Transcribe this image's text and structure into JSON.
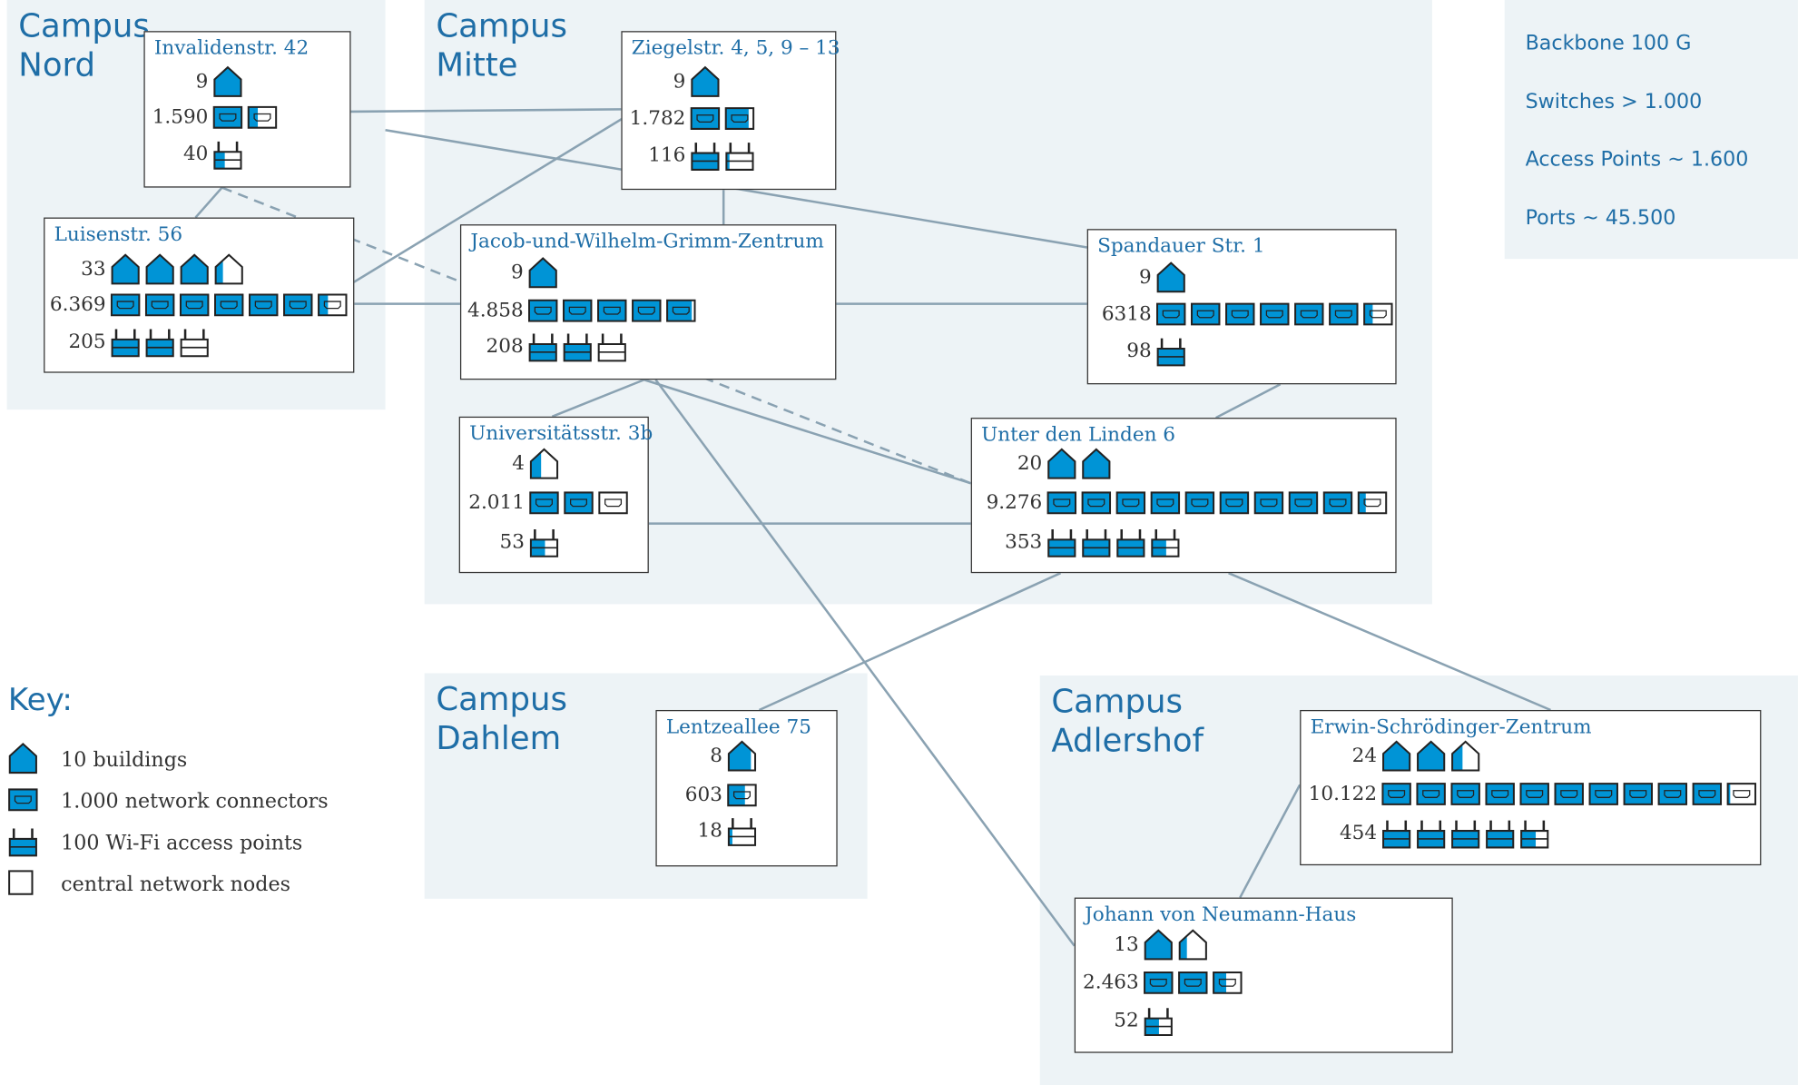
{
  "campuses": [
    {
      "id": "nord",
      "name": "Campus\nNord"
    },
    {
      "id": "mitte",
      "name": "Campus\nMitte"
    },
    {
      "id": "dahlem",
      "name": "Campus\nDahlem"
    },
    {
      "id": "adlershof",
      "name": "Campus\nAdlershof"
    }
  ],
  "buildings": [
    {
      "id": "invalidenstr",
      "title": "Invalidenstr. 42",
      "rows": [
        {
          "value": "9",
          "kind": "building",
          "icons": [
            1
          ]
        },
        {
          "value": "1.590",
          "kind": "connector",
          "icons": [
            1,
            0.35
          ]
        },
        {
          "value": "40",
          "kind": "ap",
          "icons": [
            0.4
          ]
        }
      ]
    },
    {
      "id": "luisenstr",
      "title": "Luisenstr. 56",
      "rows": [
        {
          "value": "33",
          "kind": "building",
          "icons": [
            1,
            1,
            1,
            0.3
          ]
        },
        {
          "value": "6.369",
          "kind": "connector",
          "icons": [
            1,
            1,
            1,
            1,
            1,
            1,
            0.35
          ]
        },
        {
          "value": "205",
          "kind": "ap",
          "icons": [
            1,
            1,
            0.05
          ]
        }
      ]
    },
    {
      "id": "ziegelstr",
      "title": "Ziegelstr. 4, 5, 9 – 13",
      "rows": [
        {
          "value": "9",
          "kind": "building",
          "icons": [
            1
          ]
        },
        {
          "value": "1.782",
          "kind": "connector",
          "icons": [
            1,
            0.8
          ]
        },
        {
          "value": "116",
          "kind": "ap",
          "icons": [
            1,
            0.16
          ]
        }
      ]
    },
    {
      "id": "grimm",
      "title": "Jacob-und-Wilhelm-Grimm-Zentrum",
      "rows": [
        {
          "value": "9",
          "kind": "building",
          "icons": [
            1
          ]
        },
        {
          "value": "4.858",
          "kind": "connector",
          "icons": [
            1,
            1,
            1,
            1,
            0.86
          ]
        },
        {
          "value": "208",
          "kind": "ap",
          "icons": [
            1,
            1,
            0.08
          ]
        }
      ]
    },
    {
      "id": "spandauer",
      "title": "Spandauer Str. 1",
      "rows": [
        {
          "value": "9",
          "kind": "building",
          "icons": [
            1
          ]
        },
        {
          "value": "6318",
          "kind": "connector",
          "icons": [
            1,
            1,
            1,
            1,
            1,
            1,
            0.32
          ]
        },
        {
          "value": "98",
          "kind": "ap",
          "icons": [
            1
          ]
        }
      ]
    },
    {
      "id": "universitaetsstr",
      "title": "Universitätsstr. 3b",
      "rows": [
        {
          "value": "4",
          "kind": "building",
          "icons": [
            0.4
          ]
        },
        {
          "value": "2.011",
          "kind": "connector",
          "icons": [
            1,
            1,
            0.01
          ]
        },
        {
          "value": "53",
          "kind": "ap",
          "icons": [
            0.53
          ]
        }
      ]
    },
    {
      "id": "linden",
      "title": "Unter den Linden 6",
      "rows": [
        {
          "value": "20",
          "kind": "building",
          "icons": [
            1,
            1
          ]
        },
        {
          "value": "9.276",
          "kind": "connector",
          "icons": [
            1,
            1,
            1,
            1,
            1,
            1,
            1,
            1,
            1,
            0.28
          ]
        },
        {
          "value": "353",
          "kind": "ap",
          "icons": [
            1,
            1,
            1,
            0.53
          ]
        }
      ]
    },
    {
      "id": "lentzeallee",
      "title": "Lentzeallee 75",
      "rows": [
        {
          "value": "8",
          "kind": "building",
          "icons": [
            0.8
          ]
        },
        {
          "value": "603",
          "kind": "connector",
          "icons": [
            0.6
          ]
        },
        {
          "value": "18",
          "kind": "ap",
          "icons": [
            0.18
          ]
        }
      ]
    },
    {
      "id": "schroedinger",
      "title": "Erwin-Schrödinger-Zentrum",
      "rows": [
        {
          "value": "24",
          "kind": "building",
          "icons": [
            1,
            1,
            0.4
          ]
        },
        {
          "value": "10.122",
          "kind": "connector",
          "icons": [
            1,
            1,
            1,
            1,
            1,
            1,
            1,
            1,
            1,
            1,
            0.12
          ]
        },
        {
          "value": "454",
          "kind": "ap",
          "icons": [
            1,
            1,
            1,
            1,
            0.54
          ]
        }
      ]
    },
    {
      "id": "neumann",
      "title": "Johann von Neumann-Haus",
      "rows": [
        {
          "value": "13",
          "kind": "building",
          "icons": [
            1,
            0.3
          ]
        },
        {
          "value": "2.463",
          "kind": "connector",
          "icons": [
            1,
            1,
            0.46
          ]
        },
        {
          "value": "52",
          "kind": "ap",
          "icons": [
            0.52
          ]
        }
      ]
    }
  ],
  "links": [
    {
      "from": "invalidenstr",
      "to": "ziegelstr"
    },
    {
      "from": "invalidenstr",
      "to": "spandauer"
    },
    {
      "from": "invalidenstr",
      "to": "luisenstr"
    },
    {
      "from": "invalidenstr",
      "to": "linden",
      "dashed": true
    },
    {
      "from": "luisenstr",
      "to": "ziegelstr"
    },
    {
      "from": "luisenstr",
      "to": "grimm"
    },
    {
      "from": "ziegelstr",
      "to": "grimm"
    },
    {
      "from": "grimm",
      "to": "spandauer"
    },
    {
      "from": "grimm",
      "to": "universitaetsstr"
    },
    {
      "from": "grimm",
      "to": "linden"
    },
    {
      "from": "grimm",
      "to": "neumann"
    },
    {
      "from": "spandauer",
      "to": "linden"
    },
    {
      "from": "universitaetsstr",
      "to": "linden"
    },
    {
      "from": "linden",
      "to": "lentzeallee"
    },
    {
      "from": "linden",
      "to": "schroedinger"
    },
    {
      "from": "schroedinger",
      "to": "neumann"
    }
  ],
  "summary": [
    "Backbone 100 G",
    "Switches > 1.000",
    "Access Points ~ 1.600",
    "Ports ~ 45.500"
  ],
  "key": {
    "title": "Key:",
    "items": [
      {
        "kind": "building",
        "label": "10 buildings"
      },
      {
        "kind": "connector",
        "label": "1.000 network connectors"
      },
      {
        "kind": "ap",
        "label": "100 Wi-Fi access points"
      },
      {
        "kind": "node",
        "label": "central network nodes"
      }
    ]
  },
  "colors": {
    "fill": "#0094d6",
    "line": "#8aa2b2",
    "campus_bg": "#edf3f6",
    "title": "#1f6ea7"
  }
}
